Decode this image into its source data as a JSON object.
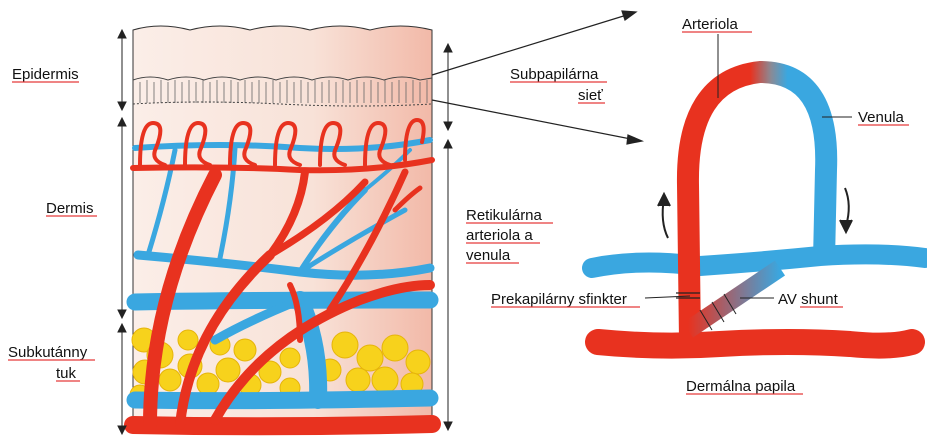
{
  "left_labels": {
    "epidermis": "Epidermis",
    "dermis": "Dermis",
    "subcutaneous_line1": "Subkutánny",
    "subcutaneous_line2": "tuk"
  },
  "middle_labels": {
    "subpapillary_line1": "Subpapilárna",
    "subpapillary_line2": "sieť",
    "reticular_line1": "Retikulárna",
    "reticular_line2": "arteriola a",
    "reticular_line3": "venula"
  },
  "right_labels": {
    "arteriole": "Arteriola",
    "venule": "Venula",
    "precapillary_sphincter": "Prekapilárny sfinkter",
    "av_shunt": "AV shunt",
    "dermal_papilla": "Dermálna papila"
  },
  "colors": {
    "artery": "#e8321f",
    "vein": "#3aa7e0",
    "fat": "#f7d21c",
    "skin": "#f8e6dc",
    "annotation_underline": "#e53b3b"
  }
}
